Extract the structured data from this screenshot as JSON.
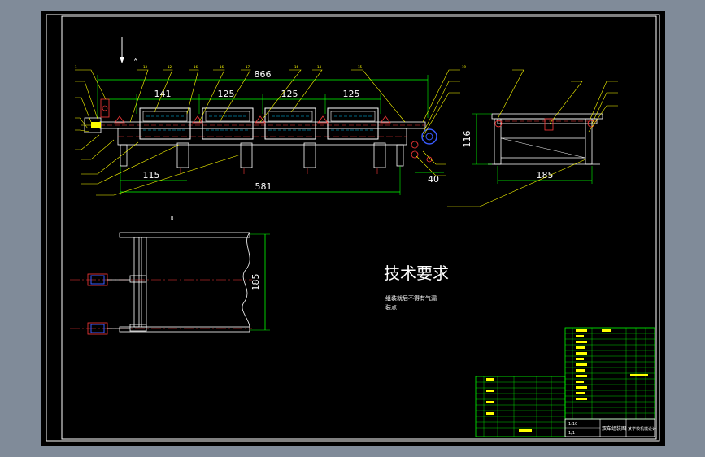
{
  "colors": {
    "background": "#808b99",
    "sheet": "#000000",
    "frame": "#ffffff",
    "dimension": "#00ff00",
    "leader": "#ffff00",
    "structure": "#ffffff",
    "detail": "#ff3a3a",
    "accent": "#3a5cff",
    "table_line": "#00ff00",
    "table_text": "#ffff00"
  },
  "drawing": {
    "tech_title": "技术要求",
    "tech_notes": [
      "组装就后不得有气漏",
      "装点"
    ],
    "view_label_a": "A",
    "view_label_b": "B"
  },
  "dimensions": {
    "overall": "866",
    "seg_first": "141",
    "seg_second": "125",
    "seg_third": "125",
    "seg_fourth": "125",
    "base_length": "581",
    "left_offset": "115",
    "right_offset": "40",
    "side_height": "116",
    "side_width": "185",
    "plan_height": "185"
  },
  "title_block": {
    "drawing_name": "双车组装图",
    "company": "某学校机械设计",
    "scale": "1:10",
    "sheet": "1/1"
  }
}
